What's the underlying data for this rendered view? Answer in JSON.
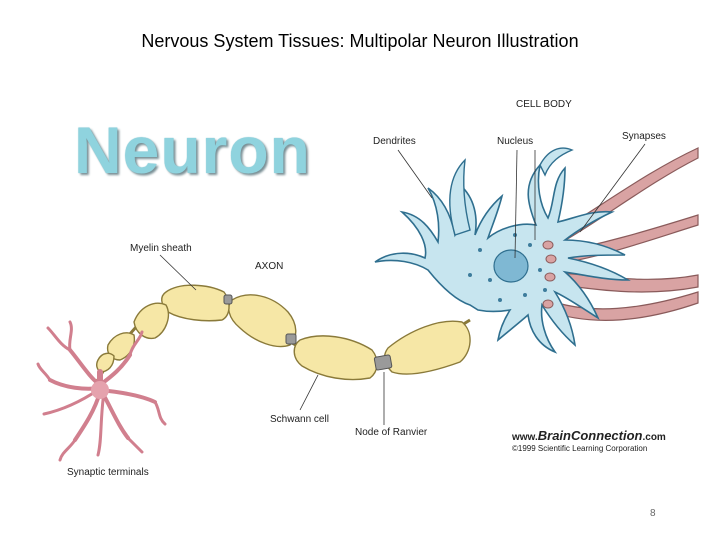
{
  "title": "Nervous System Tissues: Multipolar Neuron Illustration",
  "heading": "Neuron",
  "labels": {
    "cell_body": "CELL BODY",
    "dendrites": "Dendrites",
    "nucleus": "Nucleus",
    "synapses": "Synapses",
    "myelin_sheath": "Myelin sheath",
    "axon": "AXON",
    "schwann_cell": "Schwann cell",
    "node_of_ranvier": "Node of Ranvier",
    "synaptic_terminals": "Synaptic terminals"
  },
  "credit": {
    "site_prefix": "www.",
    "site_brand": "BrainConnection",
    "site_suffix": ".com",
    "copyright": "©1999 Scientific Learning Corporation"
  },
  "page_number": "8",
  "colors": {
    "heading": "#8fd3de",
    "cell_body": "#c7e5ef",
    "cell_outline": "#2f6f8f",
    "nucleus": "#7fb8d3",
    "myelin": "#f6e7a6",
    "myelin_outline": "#8a7a3a",
    "node": "#9a9a9a",
    "synapse": "#d9a3a3",
    "terminals": "#e5a2ad"
  }
}
